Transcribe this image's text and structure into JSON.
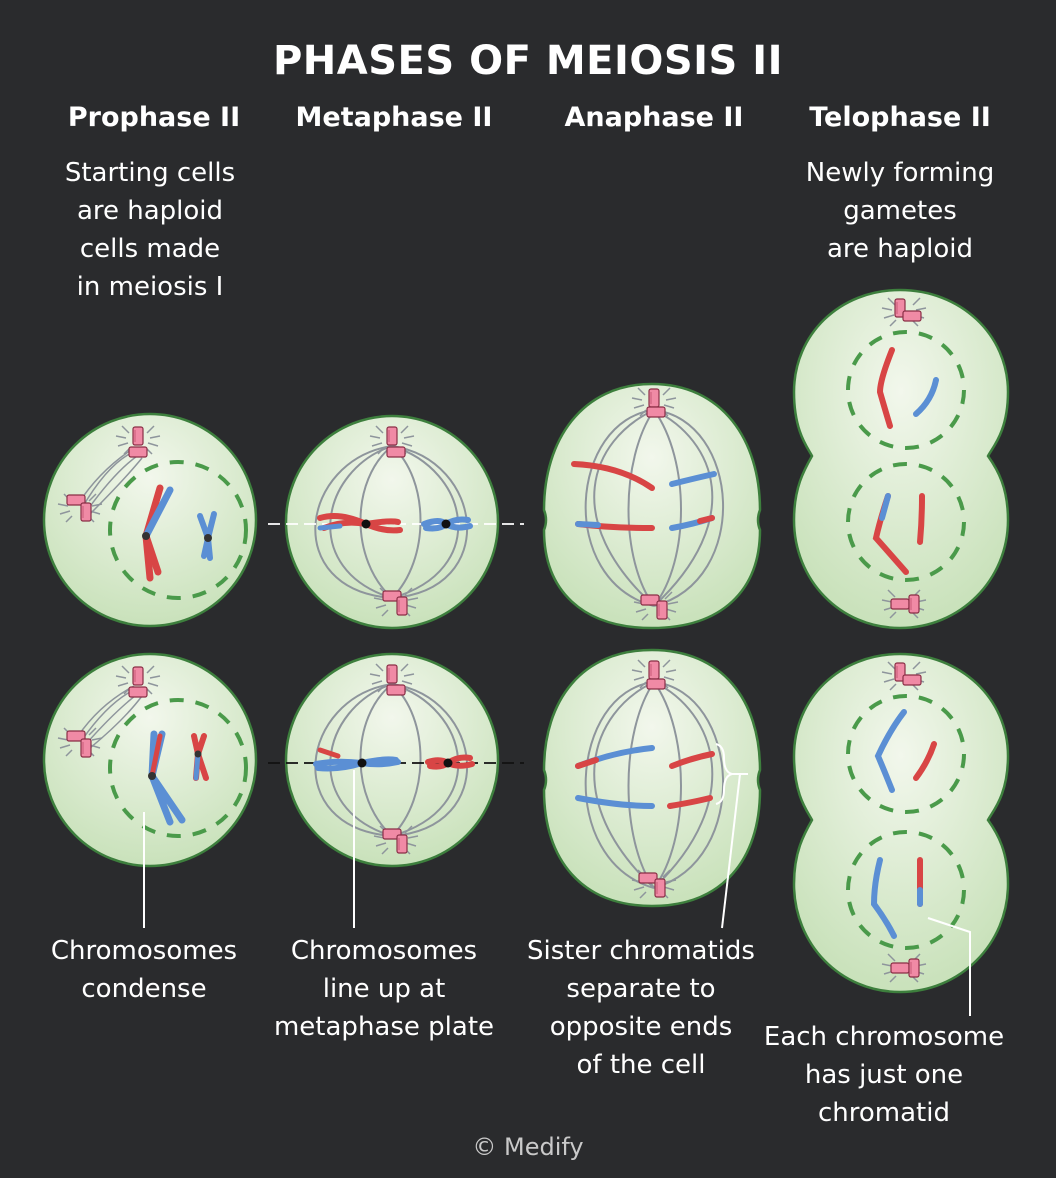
{
  "title": "PHASES OF MEIOSIS II",
  "phases": [
    {
      "name": "Prophase II"
    },
    {
      "name": "Metaphase II"
    },
    {
      "name": "Anaphase II"
    },
    {
      "name": "Telophase II"
    }
  ],
  "top_descriptions": {
    "prophase": "Starting cells\nare haploid\ncells made\nin meiosis I",
    "telophase": "Newly forming\ngametes\nare haploid"
  },
  "annotations": {
    "prophase": "Chromosomes\ncondense",
    "metaphase": "Chromosomes\nline up at\nmetaphase plate",
    "anaphase": "Sister chromatids\nseparate to\nopposite ends\nof the cell",
    "telophase": "Each chromosome\nhas just one\nchromatid"
  },
  "credit": "© Medify",
  "colors": {
    "background": "#2a2b2d",
    "cell_fill": "#dcebd2",
    "cell_stroke": "#4f8f4f",
    "nuclear_envelope": "#4a9a4a",
    "spindle": "#8e959c",
    "chromosome_red": "#d84545",
    "chromosome_blue": "#5b8fd4",
    "centriole": "#f08aa5"
  },
  "icons": [
    "cell-icon",
    "chromosome-icon",
    "centriole-icon",
    "spindle-icon"
  ]
}
